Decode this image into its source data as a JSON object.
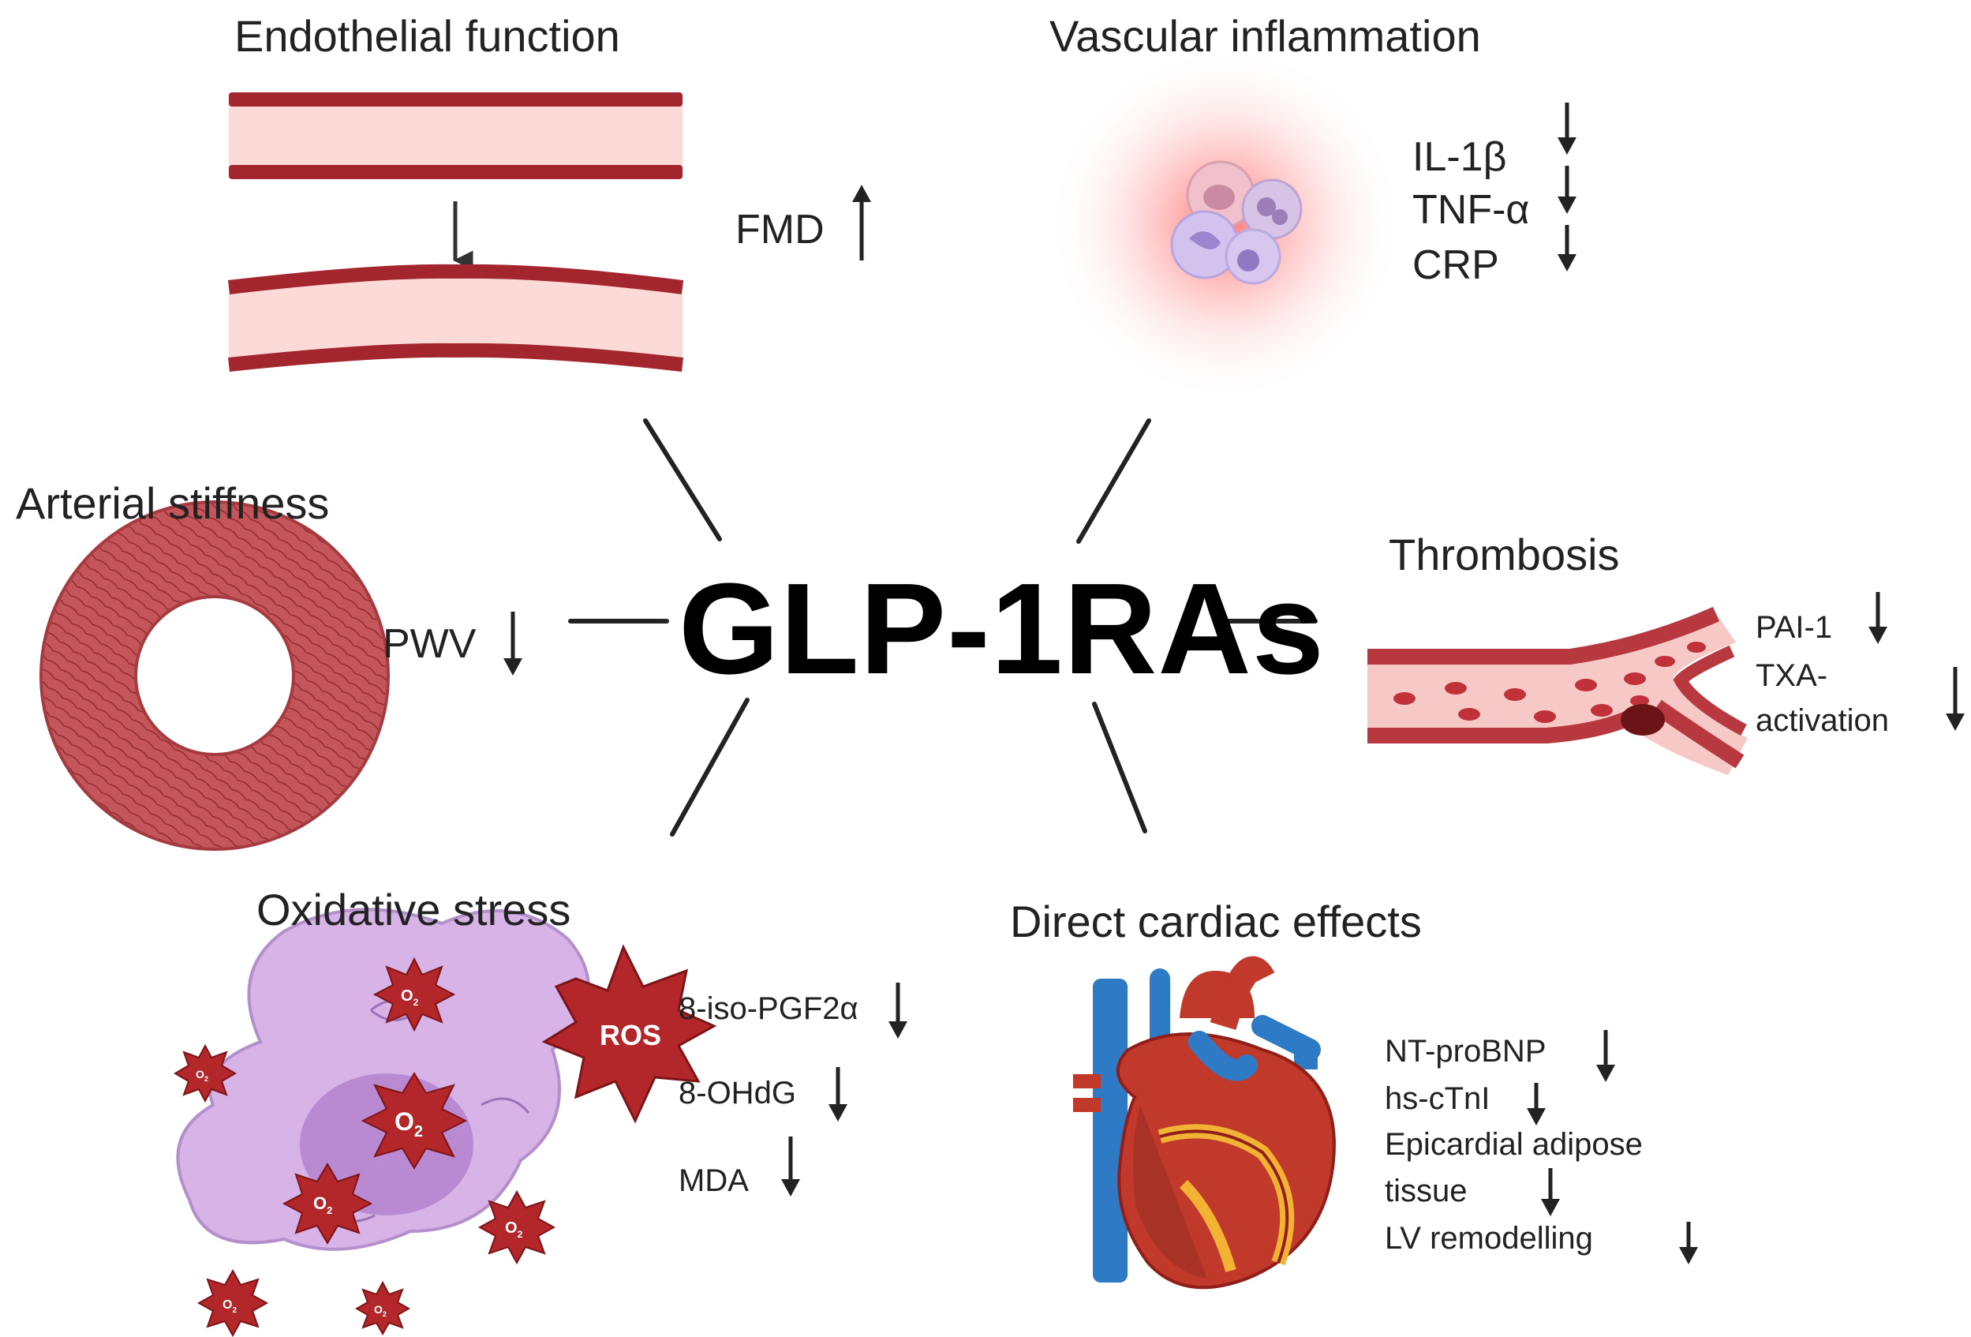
{
  "center": {
    "label": "GLP-1RAs"
  },
  "endothelial": {
    "title": "Endothelial function",
    "markers": [
      {
        "text": "FMD",
        "direction": "up"
      }
    ]
  },
  "inflammation": {
    "title": "Vascular inflammation",
    "markers": [
      {
        "text": "IL-1β",
        "direction": "down"
      },
      {
        "text": "TNF-α",
        "direction": "down"
      },
      {
        "text": "CRP",
        "direction": "down"
      }
    ]
  },
  "stiffness": {
    "title": "Arterial stiffness",
    "markers": [
      {
        "text": "PWV",
        "direction": "down"
      }
    ]
  },
  "thrombosis": {
    "title": "Thrombosis",
    "markers": [
      {
        "text": "PAI-1",
        "direction": "down"
      },
      {
        "text": "TXA-",
        "direction": "down"
      },
      {
        "text": "activation",
        "direction": "down"
      }
    ]
  },
  "oxidative": {
    "title": "Oxidative stress",
    "ros_label": "ROS",
    "superoxide": {
      "base": "O",
      "sub": "2",
      "sup": "-"
    },
    "markers": [
      {
        "text": "8-iso-PGF2α",
        "direction": "down"
      },
      {
        "text": "8-OHdG",
        "direction": "down"
      },
      {
        "text": "MDA",
        "direction": "down"
      }
    ]
  },
  "cardiac": {
    "title": "Direct cardiac effects",
    "markers": [
      {
        "text": "NT-proBNP",
        "direction": "down"
      },
      {
        "text": "hs-cTnI",
        "direction": "down"
      },
      {
        "text": "Epicardial adipose",
        "direction": "down"
      },
      {
        "text": "tissue",
        "direction": "down"
      },
      {
        "text": "LV remodelling",
        "direction": "down"
      }
    ]
  },
  "colors": {
    "vessel_wall": "#a3262e",
    "vessel_lumen": "#fbdad7",
    "ring": "#b84a50",
    "cell": "#d6b3e6",
    "ros": "#b3272b",
    "heart_red": "#c0392b",
    "heart_blue": "#2f7ac4",
    "text": "#222222"
  }
}
